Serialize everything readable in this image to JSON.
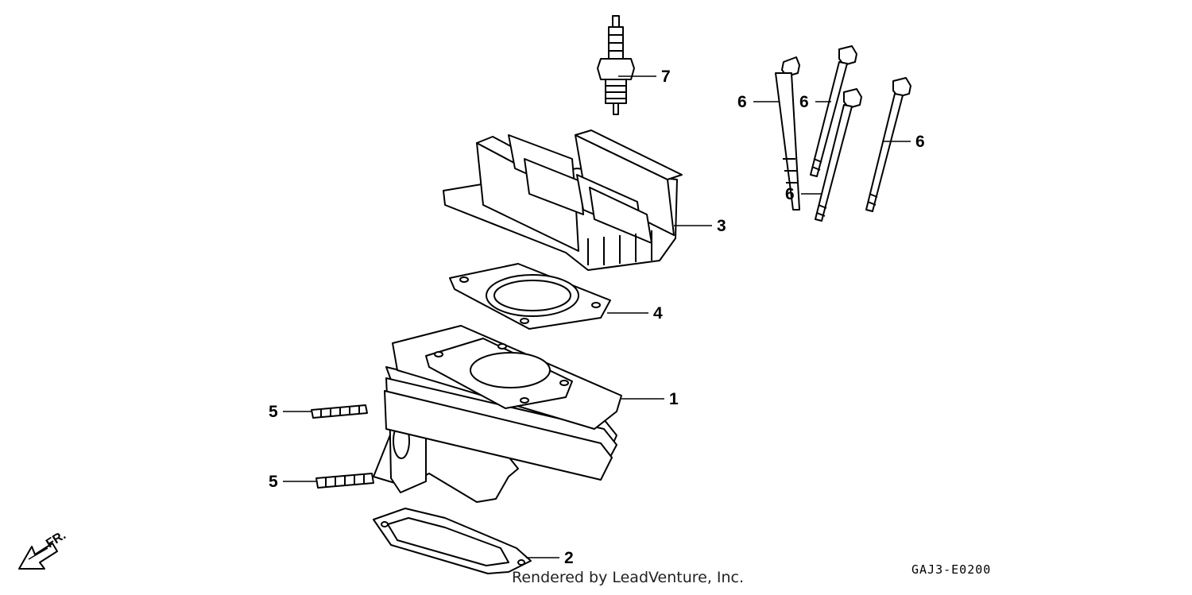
{
  "callouts": {
    "c1": "1",
    "c2": "2",
    "c3": "3",
    "c4": "4",
    "c5a": "5",
    "c5b": "5",
    "c6a": "6",
    "c6b": "6",
    "c6c": "6",
    "c6d": "6",
    "c7": "7"
  },
  "front_indicator": "FR.",
  "diagram_code": "GAJ3-E0200",
  "render_note": "Rendered by LeadVenture, Inc."
}
